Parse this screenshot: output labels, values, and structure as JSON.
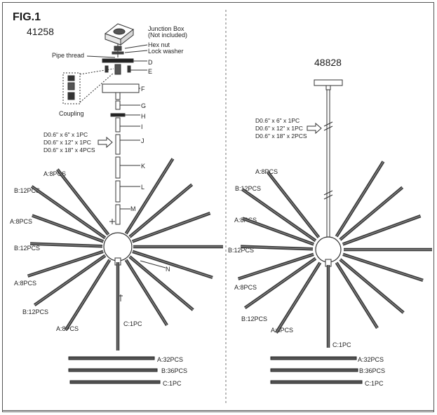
{
  "figure": {
    "title": "FIG.1",
    "left_model": "41258",
    "right_model": "48828"
  },
  "left": {
    "callouts": {
      "junction_box": "Junction Box",
      "not_included": "(Not included)",
      "hex_nut": "Hex nut",
      "lock_washer": "Lock washer",
      "pipe_thread": "Pipe thread",
      "coupling": "Coupling",
      "D": "D",
      "E": "E",
      "F": "F",
      "G": "G",
      "H": "H",
      "I": "I",
      "J": "J",
      "K": "K",
      "L": "L",
      "M": "M",
      "N": "N"
    },
    "rod_specs": [
      "D0.6\" x 6\" x 1PC",
      "D0.6\" x 12\" x 1PC",
      "D0.6\" x 18\" x 4PCS"
    ],
    "arm_labels": [
      "A:8PCS",
      "B:12PCS",
      "A:8PCS",
      "B:12PCS",
      "A:8PCS",
      "B:12PCS",
      "A:8PCS",
      "C:1PC"
    ],
    "legend": [
      "A:32PCS",
      "B:36PCS",
      "C:1PC"
    ]
  },
  "right": {
    "rod_specs": [
      "D0.6\" x 6\" x 1PC",
      "D0.6\" x 12\" x 1PC",
      "D0.6\" x 18\" x 2PCS"
    ],
    "arm_labels": [
      "A:8PCS",
      "B:12PCS",
      "A:8PCS",
      "B:12PCS",
      "A:8PCS",
      "B:12PCS",
      "A:8PCS",
      "C:1PC"
    ],
    "legend": [
      "A:32PCS",
      "B:36PCS",
      "C:1PC"
    ]
  }
}
